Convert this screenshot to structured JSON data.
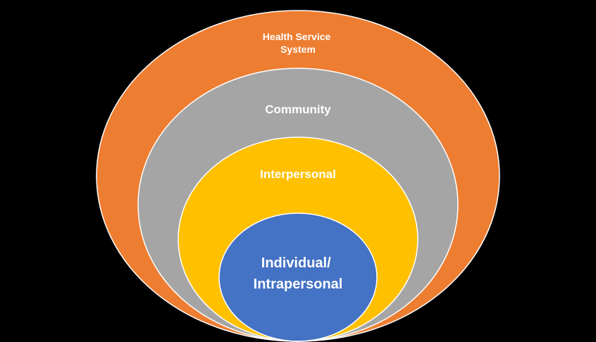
{
  "diagram": {
    "rings": [
      {
        "id": "health-service-system",
        "label_lines": [
          "Health Service",
          "System"
        ],
        "color": "#ED7D31"
      },
      {
        "id": "community",
        "label_lines": [
          "Community"
        ],
        "color": "#A5A5A5"
      },
      {
        "id": "interpersonal",
        "label_lines": [
          "Interpersonal"
        ],
        "color": "#FFC000"
      },
      {
        "id": "individual-intrapersonal",
        "label_lines": [
          "Individual/",
          "Intrapersonal"
        ],
        "color": "#4472C4"
      }
    ],
    "border_color": "#FFFFFF"
  }
}
